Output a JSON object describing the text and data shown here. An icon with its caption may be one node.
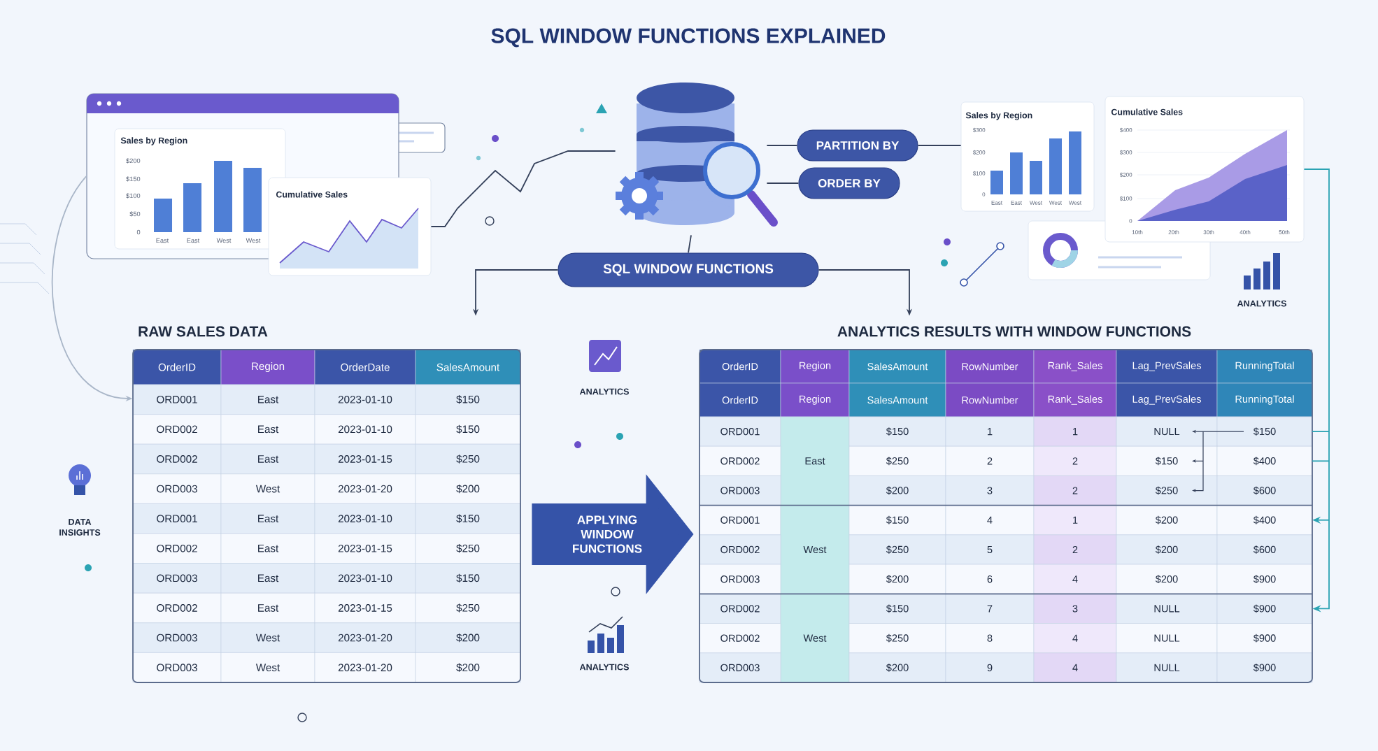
{
  "diagram": {
    "title": "SQL WINDOW FUNCTIONS EXPLAINED",
    "nodes": [
      {
        "text": [],
        "shape": "picture"
      },
      {
        "text": [
          "PARTITION BY"
        ]
      },
      {
        "text": [
          "ORDER BY"
        ]
      },
      {
        "text": [
          "SQL WINDOW FUNCTIONS"
        ]
      },
      {
        "text": [],
        "shape": "box"
      },
      {
        "text": [
          "Sales by Region",
          "$200",
          "$150",
          "$100",
          "$50",
          "0",
          "East",
          "East",
          "West",
          "West"
        ],
        "in": 4
      },
      {
        "text": [
          "Cumulative Sales"
        ]
      },
      {
        "text": [
          "Sales by Region",
          "$300",
          "$200",
          "$100",
          "0",
          "East",
          "East",
          "West",
          "West",
          "West"
        ]
      },
      {
        "text": [
          "Cumulative Sales",
          "$400",
          "$300",
          "$200",
          "$100",
          "0",
          "10th",
          "20th",
          "30th",
          "40th",
          "50th"
        ]
      },
      {
        "text": [
          "RAW SALES DATA",
          "OrderID",
          "Region",
          "OrderDate",
          "SalesAmount",
          "ORD001",
          "East",
          "2023-01-10",
          "$150",
          "ORD002",
          "East",
          "2023-01-10",
          "$150",
          "ORD002",
          "East",
          "2023-01-15",
          "$250",
          "ORD003",
          "West",
          "2023-01-20",
          "$200",
          "ORD001",
          "East",
          "2023-01-10",
          "$150",
          "ORD002",
          "East",
          "2023-01-15",
          "$250",
          "ORD003",
          "East",
          "2023-01-10",
          "$150",
          "ORD002",
          "East",
          "2023-01-15",
          "$250",
          "ORD003",
          "West",
          "2023-01-20",
          "$200",
          "ORD003",
          "West",
          "2023-01-20",
          "$200"
        ]
      },
      {
        "text": [
          "ANALYTICS RESULTS WITH WINDOW FUNCTIONS",
          "OrderID",
          "Region",
          "SalesAmount",
          "RowNumber",
          "Rank_Sales",
          "Lag_PrevSales",
          "RunningTotal",
          "OrderID",
          "Region",
          "SalesAmount",
          "RowNumber",
          "Rank_Sales",
          "Lag_PrevSales",
          "RunningTotal",
          "ORD001",
          "East",
          "$150",
          "1",
          "1",
          "NULL",
          "$150",
          "ORD002",
          "$250",
          "2",
          "2",
          "$150",
          "$400",
          "ORD003",
          "$200",
          "3",
          "2",
          "$250",
          "$600",
          "ORD001",
          "West",
          "$150",
          "4",
          "1",
          "$200",
          "$400",
          "ORD002",
          "$250",
          "5",
          "2",
          "$200",
          "$600",
          "ORD003",
          "$200",
          "6",
          "4",
          "$200",
          "$900",
          "ORD002",
          "West",
          "$150",
          "7",
          "3",
          "NULL",
          "$900",
          "ORD002",
          "$250",
          "8",
          "4",
          "NULL",
          "$900",
          "ORD003",
          "$200",
          "9",
          "4",
          "NULL",
          "$900"
        ]
      }
    ],
    "edges": [
      {
        "from": 0,
        "to": 1,
        "arrow": "none"
      },
      {
        "from": 0,
        "to": 2,
        "arrow": "none"
      },
      {
        "from": 1,
        "to": 7,
        "arrow": "none"
      },
      {
        "from": 0,
        "to": 3,
        "arrow": "none"
      },
      {
        "from": 3,
        "to": 9,
        "arrow": "to"
      },
      {
        "from": 3,
        "to": 10,
        "arrow": "to"
      },
      {
        "from": 6,
        "to": 0,
        "arrow": "none"
      },
      {
        "from": 4,
        "to": 9,
        "arrow": "to",
        "color": "#a9b6c8"
      },
      {
        "from": 8,
        "to": 10,
        "arrow": "to",
        "color": "#2ba3b3"
      },
      {
        "from": 9,
        "to": 10,
        "arrow": "to",
        "label": "APPLYING WINDOW FUNCTIONS",
        "style": "thick",
        "color": "#3553a8"
      }
    ],
    "labels": [
      "ANALYTICS",
      "ANALYTICS",
      "DATA INSIGHTS",
      "ANALYTICS"
    ]
  }
}
